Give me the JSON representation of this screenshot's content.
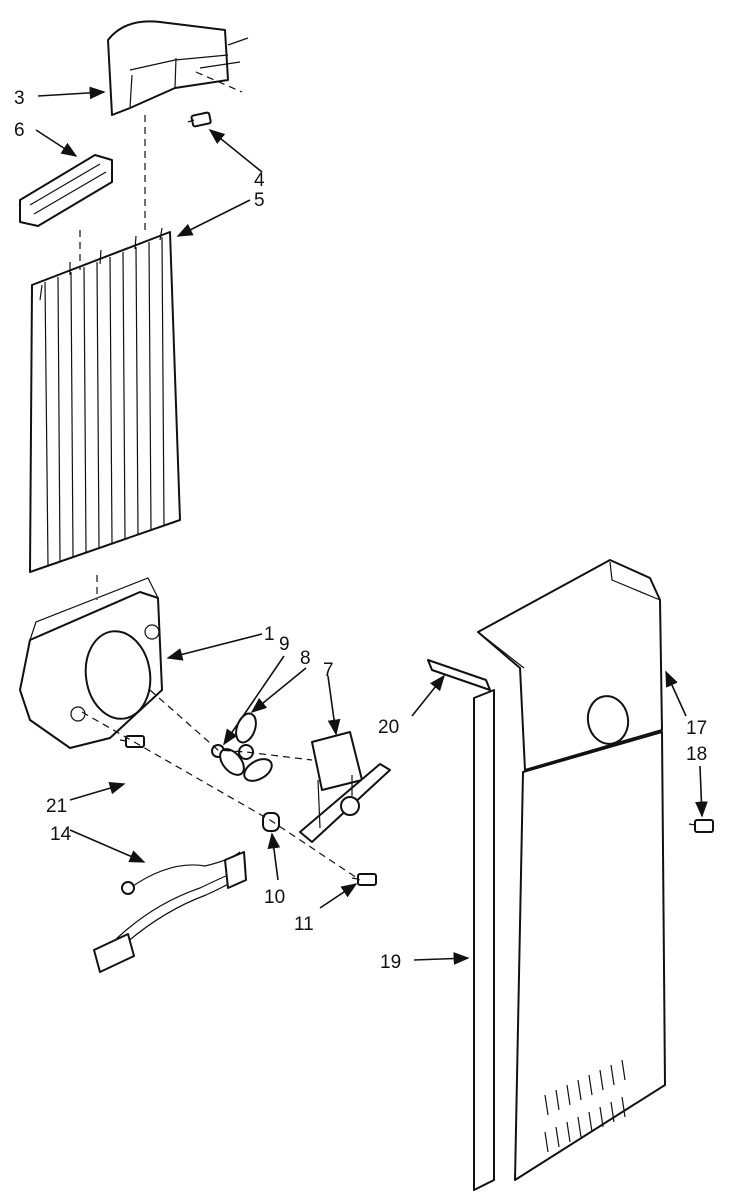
{
  "callouts": {
    "c1": "1",
    "c3": "3",
    "c4": "4",
    "c5": "5",
    "c6": "6",
    "c7": "7",
    "c8": "8",
    "c9": "9",
    "c10": "10",
    "c11": "11",
    "c14": "14",
    "c17": "17",
    "c18": "18",
    "c19": "19",
    "c20": "20",
    "c21": "21"
  }
}
